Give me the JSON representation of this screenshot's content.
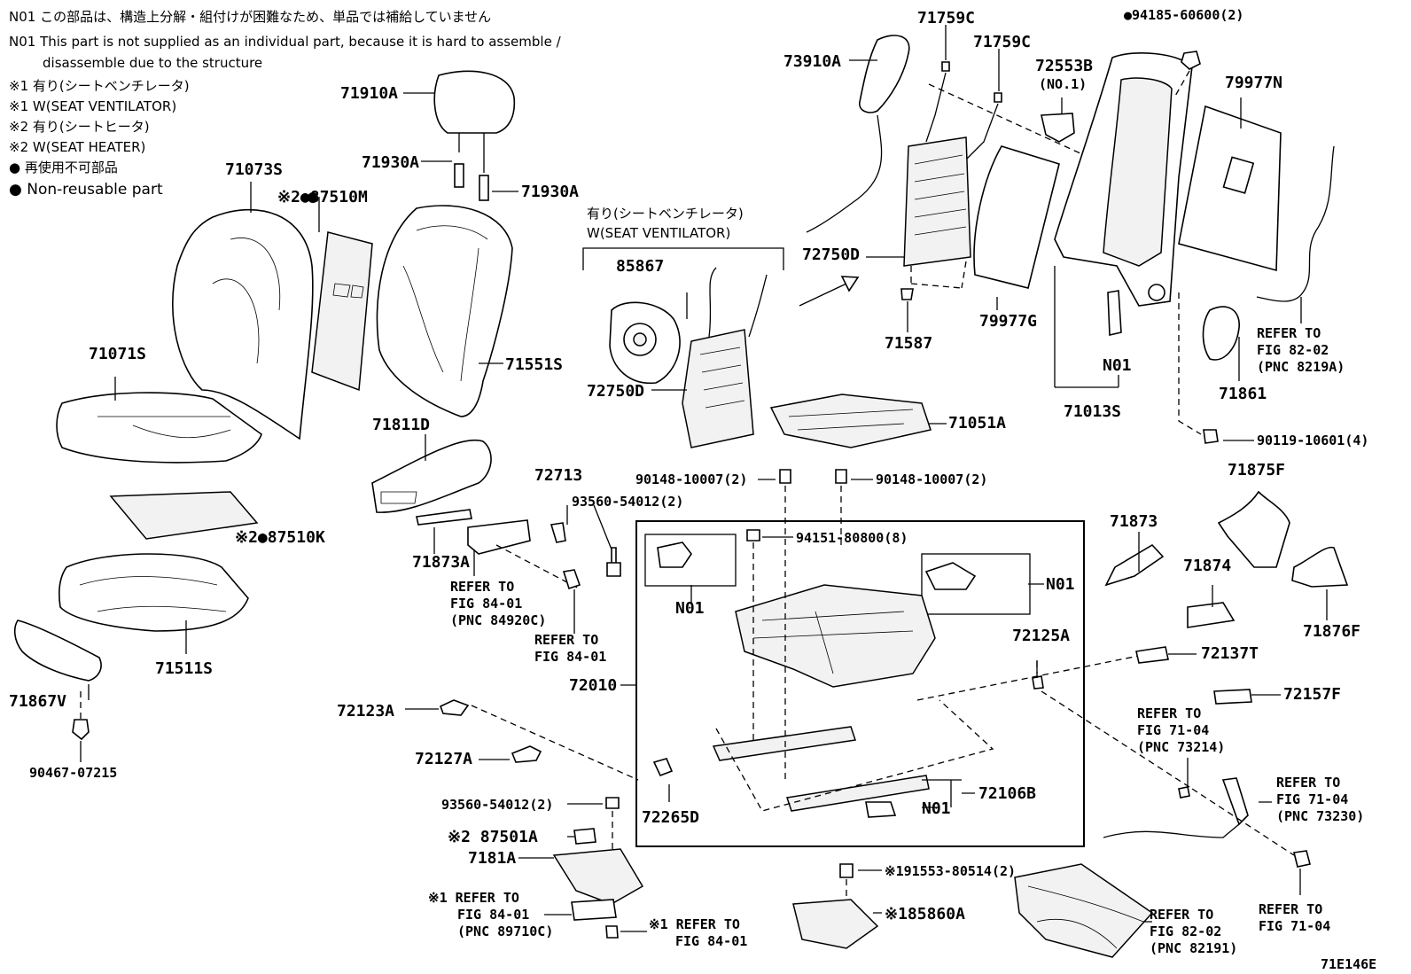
{
  "notes": [
    "N01 この部品は、構造上分解・組付けが困難なため、単品では補給していません",
    "N01 This part is not supplied as an individual part, because it is hard to assemble /",
    "disassemble due to the structure",
    "※1 有り(シートベンチレータ)",
    "※1 W(SEAT VENTILATOR)",
    "※2 有り(シートヒータ)",
    "※2 W(SEAT HEATER)",
    "● 再使用不可部品",
    "● Non-reusable part"
  ],
  "labels": {
    "p71910A": "71910A",
    "p71930A_1": "71930A",
    "p71930A_2": "71930A",
    "p87510M": "※2●87510M",
    "p71073S": "71073S",
    "p71071S": "71071S",
    "p71551S": "71551S",
    "p87510K": "※2●87510K",
    "p71511S": "71511S",
    "p71867V": "71867V",
    "p90467": "90467-07215",
    "p71811D": "71811D",
    "p71873A": "71873A",
    "ref84920_1": "REFER TO",
    "ref84920_2": "FIG 84-01",
    "ref84920_3": "(PNC 84920C)",
    "p72713": "72713",
    "p93560_a": "93560-54012(2)",
    "ref8401_1": "REFER TO",
    "ref8401_2": "FIG 84-01",
    "vent_jp": "有り(シートベンチレータ)",
    "vent_en": "W(SEAT VENTILATOR)",
    "p85867": "85867",
    "p72750D_a": "72750D",
    "p73910A": "73910A",
    "p71759C_1": "71759C",
    "p71759C_2": "71759C",
    "p72553B": "72553B",
    "p72553B_no": "(NO.1)",
    "p94185": "●94185-60600(2)",
    "p79977N": "79977N",
    "p72750D_b": "72750D",
    "p71587": "71587",
    "p79977G": "79977G",
    "pN01_a": "N01",
    "p71013S": "71013S",
    "p71861": "71861",
    "ref8219A_1": "REFER TO",
    "ref8219A_2": "FIG 82-02",
    "ref8219A_3": "(PNC 8219A)",
    "p71051A": "71051A",
    "p90119": "90119-10601(4)",
    "p90148_1": "90148-10007(2)",
    "p90148_2": "90148-10007(2)",
    "p94151": "94151-80800(8)",
    "pN01_b": "N01",
    "pN01_c": "N01",
    "p72010": "72010",
    "p71875F": "71875F",
    "p71873": "71873",
    "p71874": "71874",
    "p71876F": "71876F",
    "p72125A": "72125A",
    "p72137T": "72137T",
    "p72157F": "72157F",
    "ref73214_1": "REFER TO",
    "ref73214_2": "FIG 71-04",
    "ref73214_3": "(PNC 73214)",
    "p72123A": "72123A",
    "p72127A": "72127A",
    "p72265D": "72265D",
    "p72106B": "72106B",
    "pN01_d": "N01",
    "ref73230_1": "REFER TO",
    "ref73230_2": "FIG 71-04",
    "ref73230_3": "(PNC 73230)",
    "p93560_b": "93560-54012(2)",
    "p87501A": "※2 87501A",
    "p7181A": "7181A",
    "ref89710_1": "※1 REFER TO",
    "ref89710_2": "FIG 84-01",
    "ref89710_3": "(PNC 89710C)",
    "ref8401b_1": "※1 REFER TO",
    "ref8401b_2": "FIG 84-01",
    "p191553": "※191553-80514(2)",
    "p85860A": "※185860A",
    "ref82191_1": "REFER TO",
    "ref82191_2": "FIG 82-02",
    "ref82191_3": "(PNC 82191)",
    "ref7104_1": "REFER TO",
    "ref7104_2": "FIG 71-04",
    "fig_id": "71E146E"
  }
}
